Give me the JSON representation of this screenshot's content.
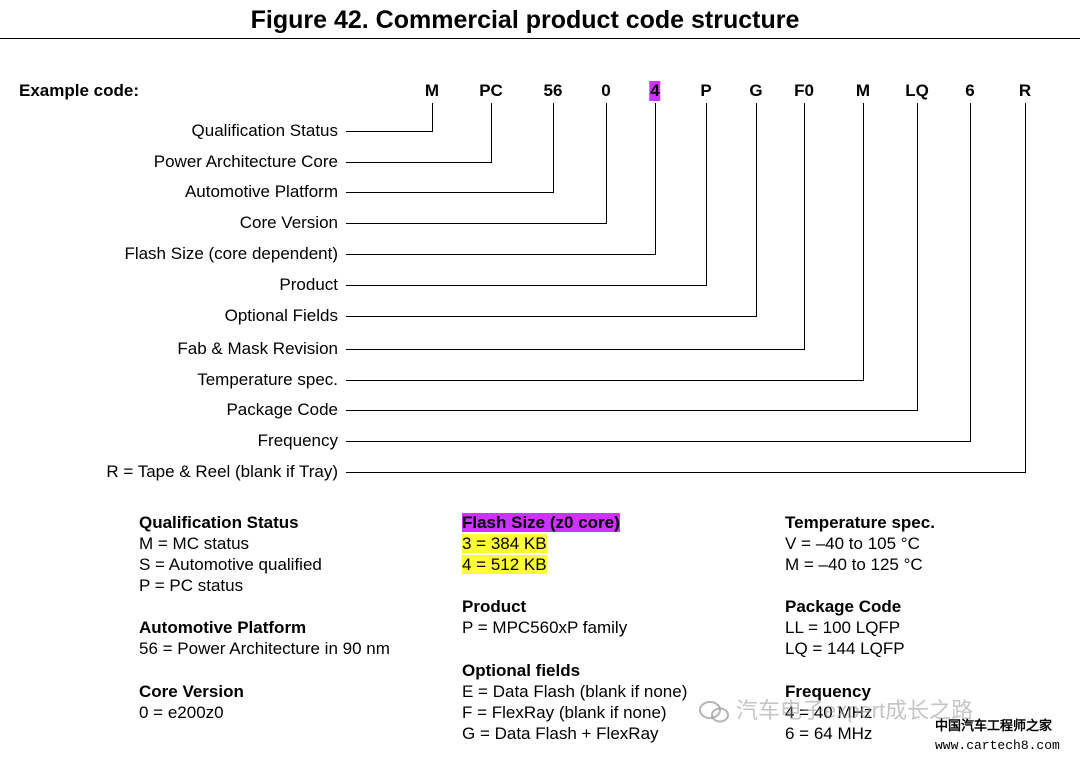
{
  "title": "Figure 42. Commercial product code structure",
  "example_label": "Example code:",
  "segments": [
    "M",
    "PC",
    "56",
    "0",
    "4",
    "P",
    "G",
    "F0",
    "M",
    "LQ",
    "6",
    "R"
  ],
  "fields": [
    "Qualification Status",
    "Power Architecture Core",
    "Automotive Platform",
    "Core Version",
    "Flash Size (core dependent)",
    "Product",
    "Optional Fields",
    "Fab & Mask Revision",
    "Temperature spec.",
    "Package Code",
    "Frequency",
    "R = Tape & Reel (blank if Tray)"
  ],
  "legend": {
    "qualification": {
      "title": "Qualification Status",
      "items": [
        "M = MC status",
        "S = Automotive qualified",
        "P = PC status"
      ]
    },
    "platform": {
      "title": "Automotive Platform",
      "items": [
        "56 = Power Architecture in 90 nm"
      ]
    },
    "core": {
      "title": "Core Version",
      "items": [
        "0 = e200z0"
      ]
    },
    "flash": {
      "title": "Flash Size (z0 core)",
      "items": [
        "3 = 384 KB",
        "4 = 512 KB"
      ]
    },
    "product": {
      "title": "Product",
      "items": [
        "P = MPC560xP family"
      ]
    },
    "optional": {
      "title": "Optional fields",
      "items": [
        "E = Data Flash (blank if none)",
        "F = FlexRay (blank if none)",
        "G = Data Flash + FlexRay"
      ]
    },
    "temperature": {
      "title": "Temperature spec.",
      "items": [
        "V = –40 to 105 °C",
        "M = –40 to 125 °C"
      ]
    },
    "package": {
      "title": "Package Code",
      "items": [
        "LL = 100 LQFP",
        "LQ = 144 LQFP"
      ]
    },
    "frequency": {
      "title": "Frequency",
      "items": [
        "4 = 40 MHz",
        "6 = 64 MHz"
      ]
    }
  },
  "watermark": "汽车电子expert成长之路",
  "site_credit": {
    "line1": "中国汽车工程师之家",
    "line2": "www.cartech8.com"
  },
  "colors": {
    "purple_highlight": "#cc33ff",
    "yellow_highlight": "#ffff33"
  }
}
